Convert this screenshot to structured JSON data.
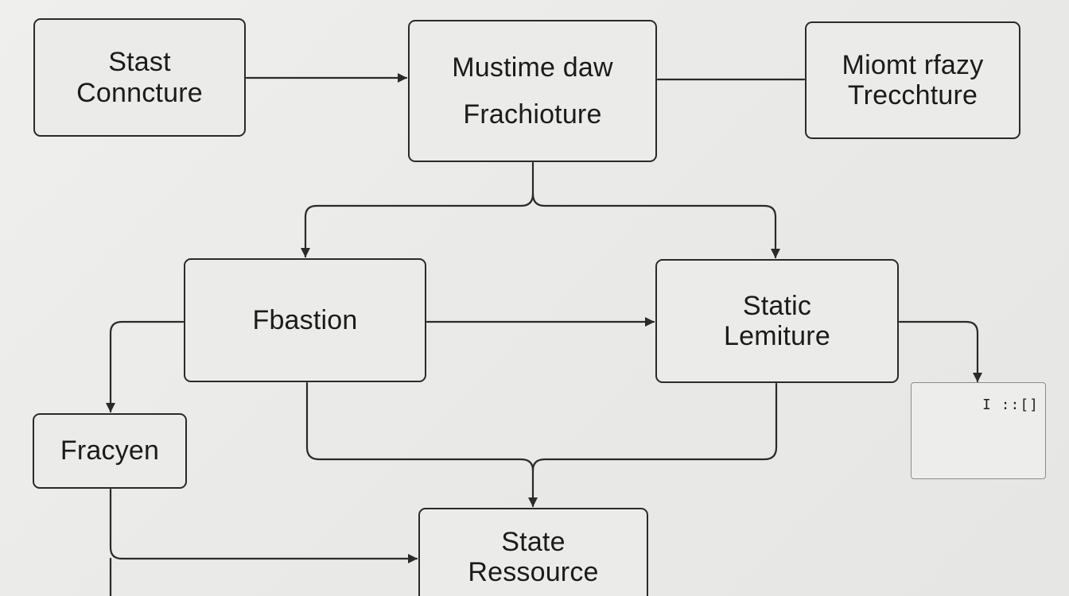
{
  "nodes": {
    "start": "Stast\nConncture",
    "main": "Mustime daw\nFrachioture",
    "right": "Miomt rfazy\nTrecchture",
    "fbastion": "Fbastion",
    "static": "Static\nLemiture",
    "fracyen": "Fracyen",
    "state": "State\nRessource",
    "small_glyphs": "I ::[]"
  },
  "colors": {
    "stroke": "#2a2a2a",
    "background": "#ececea"
  }
}
